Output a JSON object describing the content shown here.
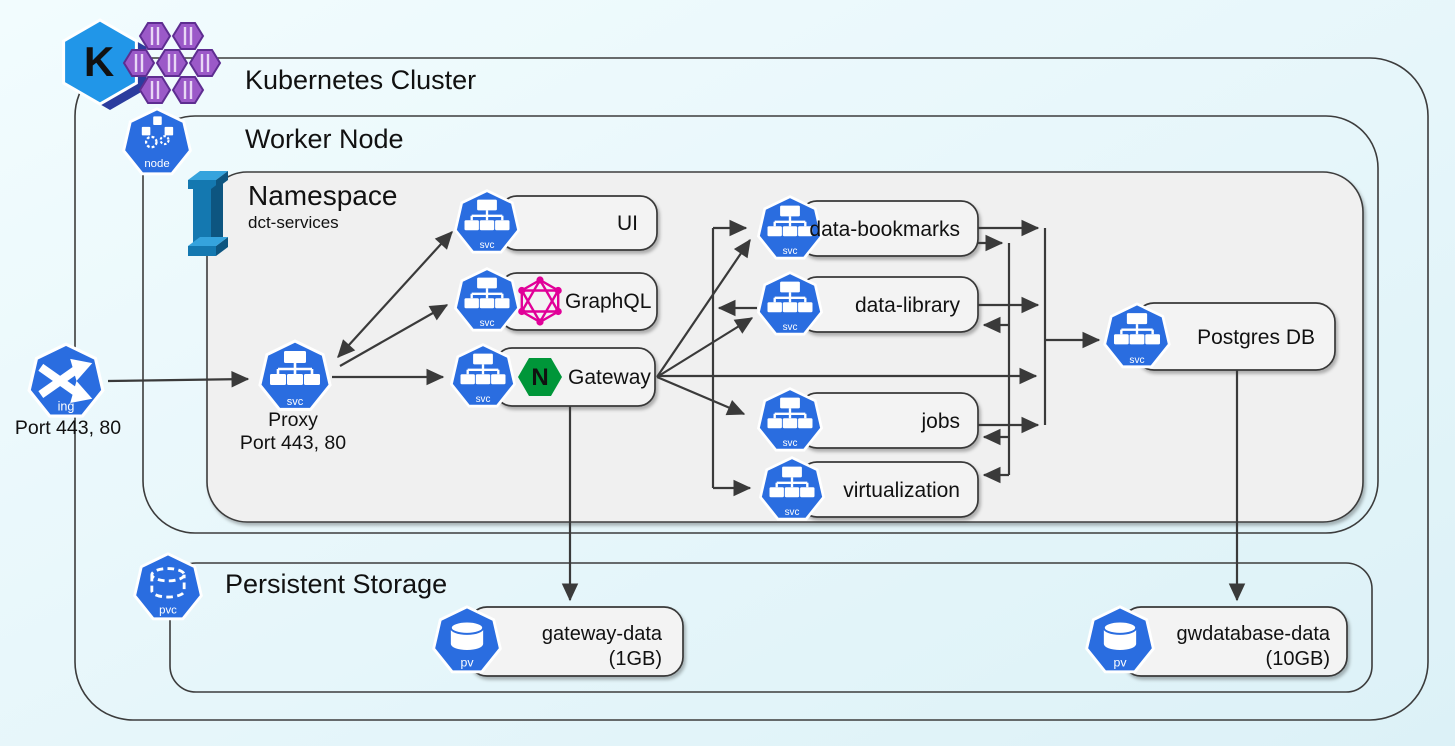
{
  "diagram": {
    "cluster_label": "Kubernetes Cluster",
    "worker_label": "Worker Node",
    "namespace": {
      "title": "Namespace",
      "name": "dct-services"
    },
    "storage": {
      "title": "Persistent Storage"
    },
    "ingress": {
      "ports": "Port 443, 80"
    },
    "proxy": {
      "name": "Proxy",
      "ports": "Port 443, 80"
    },
    "services": {
      "ui": {
        "label": "UI"
      },
      "graphql": {
        "label": "GraphQL"
      },
      "gateway": {
        "label": "Gateway"
      },
      "data_bookmarks": {
        "label": "data-bookmarks"
      },
      "data_library": {
        "label": "data-library"
      },
      "jobs": {
        "label": "jobs"
      },
      "virtualization": {
        "label": "virtualization"
      },
      "postgres": {
        "label": "Postgres DB"
      }
    },
    "volumes": {
      "gateway_data": {
        "name": "gateway-data",
        "size": "(1GB)"
      },
      "gwdatabase_data": {
        "name": "gwdatabase-data",
        "size": "(10GB)"
      }
    },
    "icons": {
      "svc": "svc",
      "node": "node",
      "ing": "ing",
      "pv": "pv",
      "pvc": "pvc"
    },
    "logos": {
      "kubernetes_letter": "K",
      "nginx_letter": "N"
    },
    "colors": {
      "kubernetes_blue": "#2a6de0",
      "container_purple": "#9b59c8",
      "nginx_green": "#009639",
      "graphql_pink": "#e10098",
      "namespace_gray": "#f0f0f0",
      "background": "#e6f6fa"
    }
  }
}
